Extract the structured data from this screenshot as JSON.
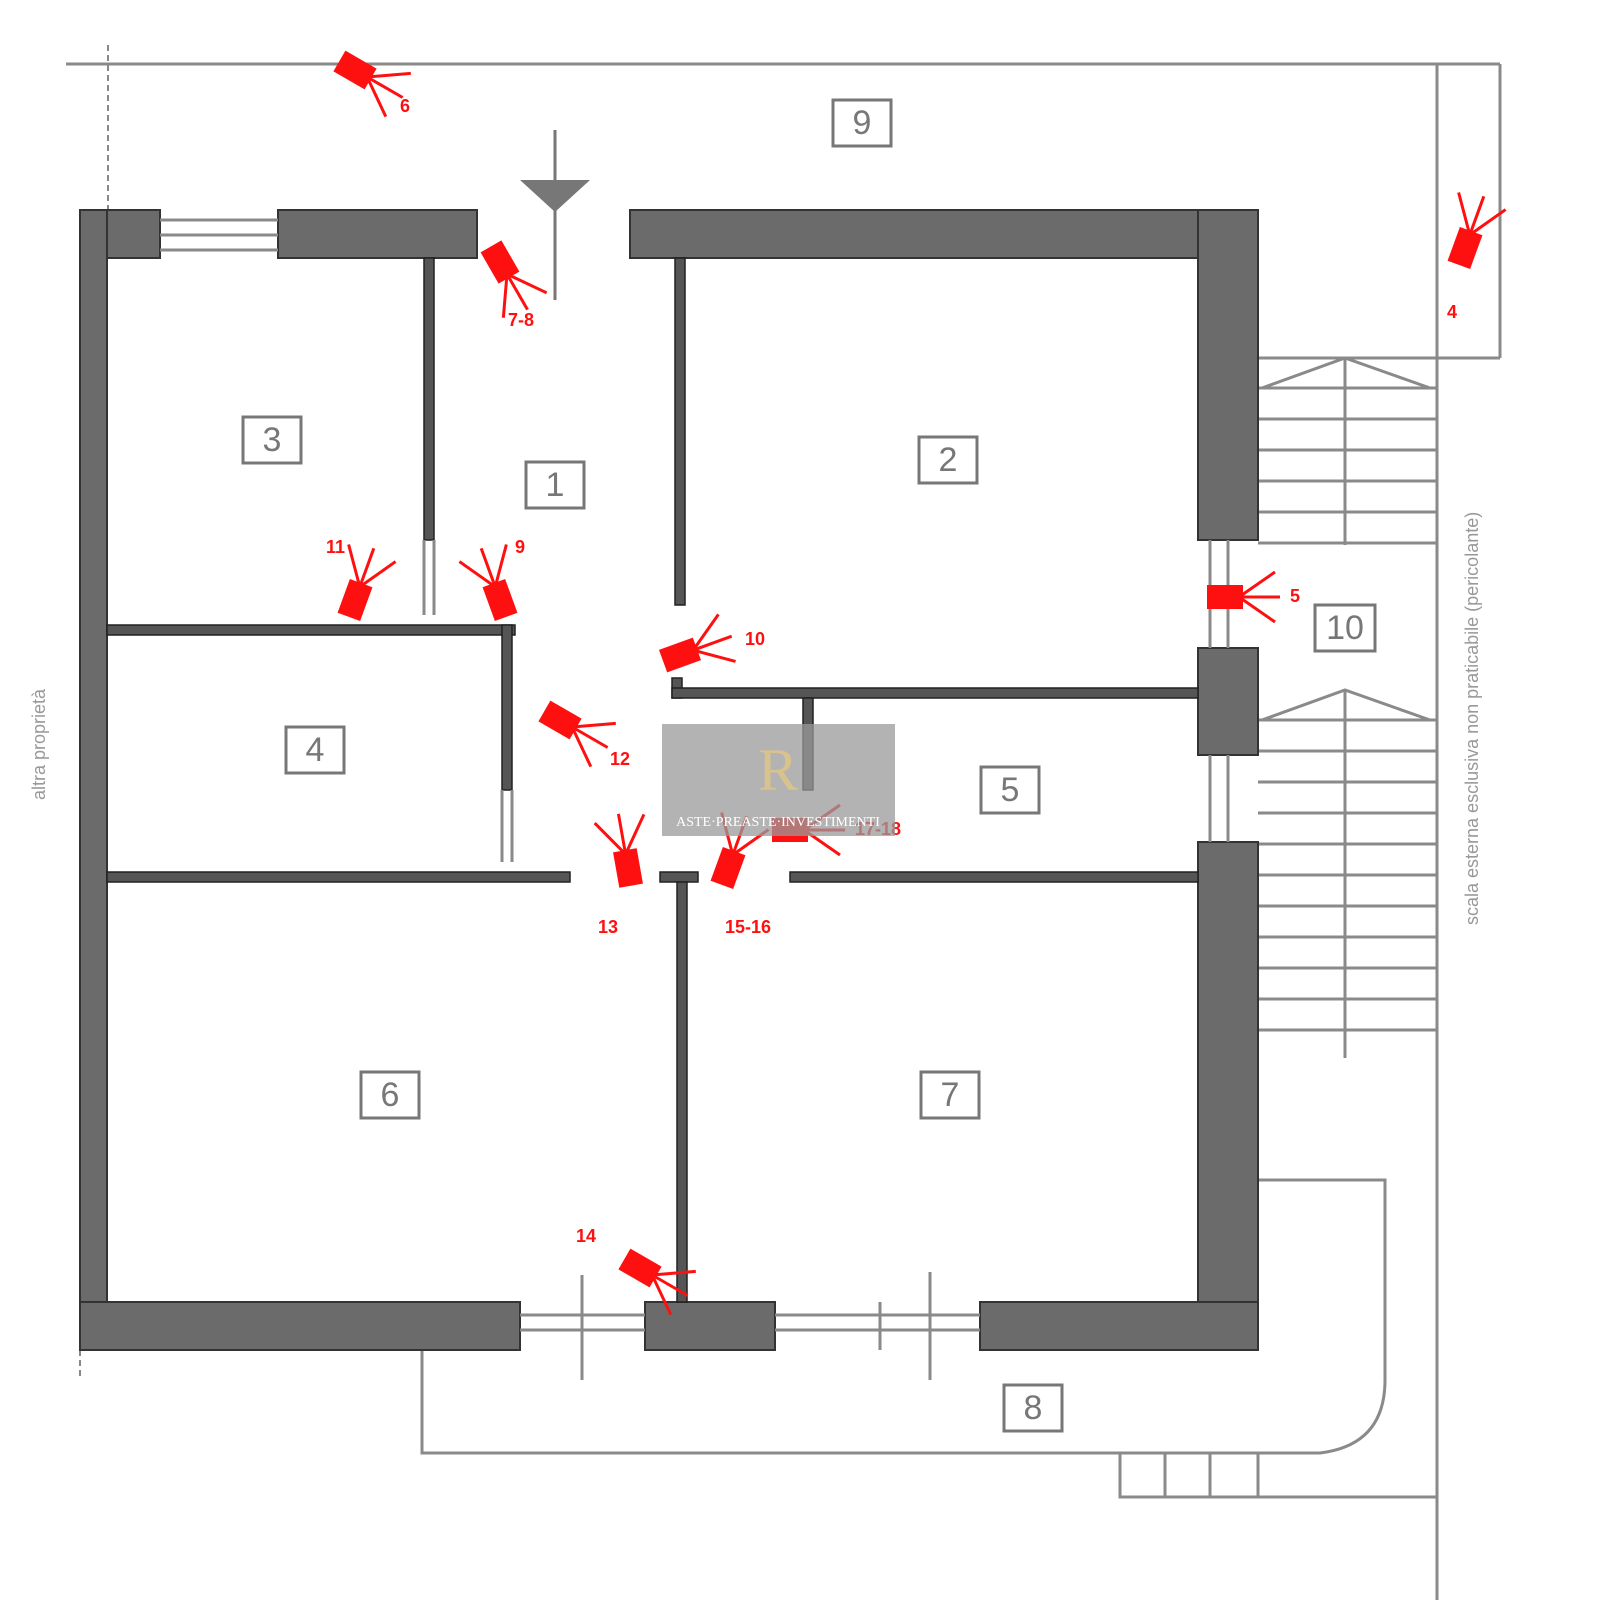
{
  "plan": {
    "rooms": [
      "1",
      "2",
      "3",
      "4",
      "5",
      "6",
      "7",
      "8",
      "9",
      "10"
    ],
    "left_note": "altra proprietà",
    "right_note": "scala esterna esclusiva non praticabile (pericolante)",
    "cameras": [
      "6",
      "4",
      "7-8",
      "11",
      "9",
      "10",
      "5",
      "12",
      "17-18",
      "13",
      "15-16",
      "14"
    ],
    "watermark": "ASTE·PREASTE·INVESTIMENTI",
    "colors": {
      "wall": "#6b6b6b",
      "camera": "#ff1010",
      "line": "#8a8a8a"
    }
  }
}
